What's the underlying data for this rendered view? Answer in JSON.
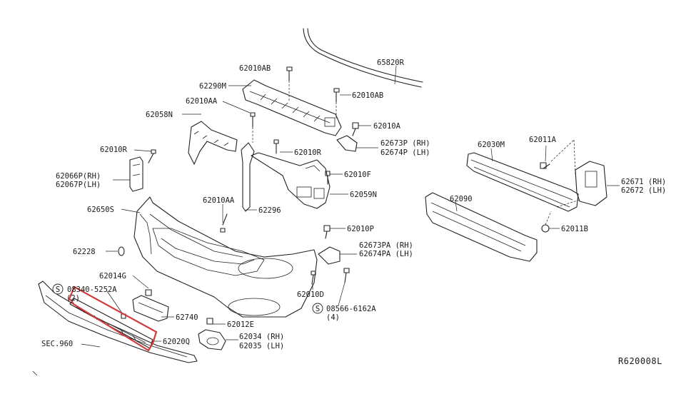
{
  "diagram": {
    "reference_code": "R620008L",
    "highlight_color": "#d33a3a",
    "labels": {
      "p65820R": "65820R",
      "p62010AB_top": "62010AB",
      "p62290M": "62290M",
      "p62010AB_right": "62010AB",
      "p62010AA_top": "62010AA",
      "p62058N": "62058N",
      "p62010A": "62010A",
      "p62673P": "62673P (RH)",
      "p62674P": "62674P (LH)",
      "p62010R_left": "62010R",
      "p62010R_mid": "62010R",
      "p62066P": "62066P(RH)",
      "p62067P": "62067P(LH)",
      "p62010F": "62010F",
      "p62059N": "62059N",
      "p62010AA_mid": "62010AA",
      "p62296": "62296",
      "p62650S": "62650S",
      "p62030M": "62030M",
      "p62011A": "62011A",
      "p62671": "62671 (RH)",
      "p62672": "62672 (LH)",
      "p62090": "62090",
      "p62011B": "62011B",
      "p62010P": "62010P",
      "p62673PA": "62673PA (RH)",
      "p62674PA": "62674PA (LH)",
      "p62228": "62228",
      "p62014G": "62014G",
      "p08340": "08340-5252A",
      "p08340_qty": "(2)",
      "p62010D": "62010D",
      "p08566": "08566-6162A",
      "p08566_qty": "(4)",
      "p62740": "62740",
      "p62012E": "62012E",
      "p62034": "62034 (RH)",
      "p62035": "62035 (LH)",
      "p62020Q": "62020Q",
      "sec960": "SEC.960",
      "s_symbol": "S"
    }
  }
}
